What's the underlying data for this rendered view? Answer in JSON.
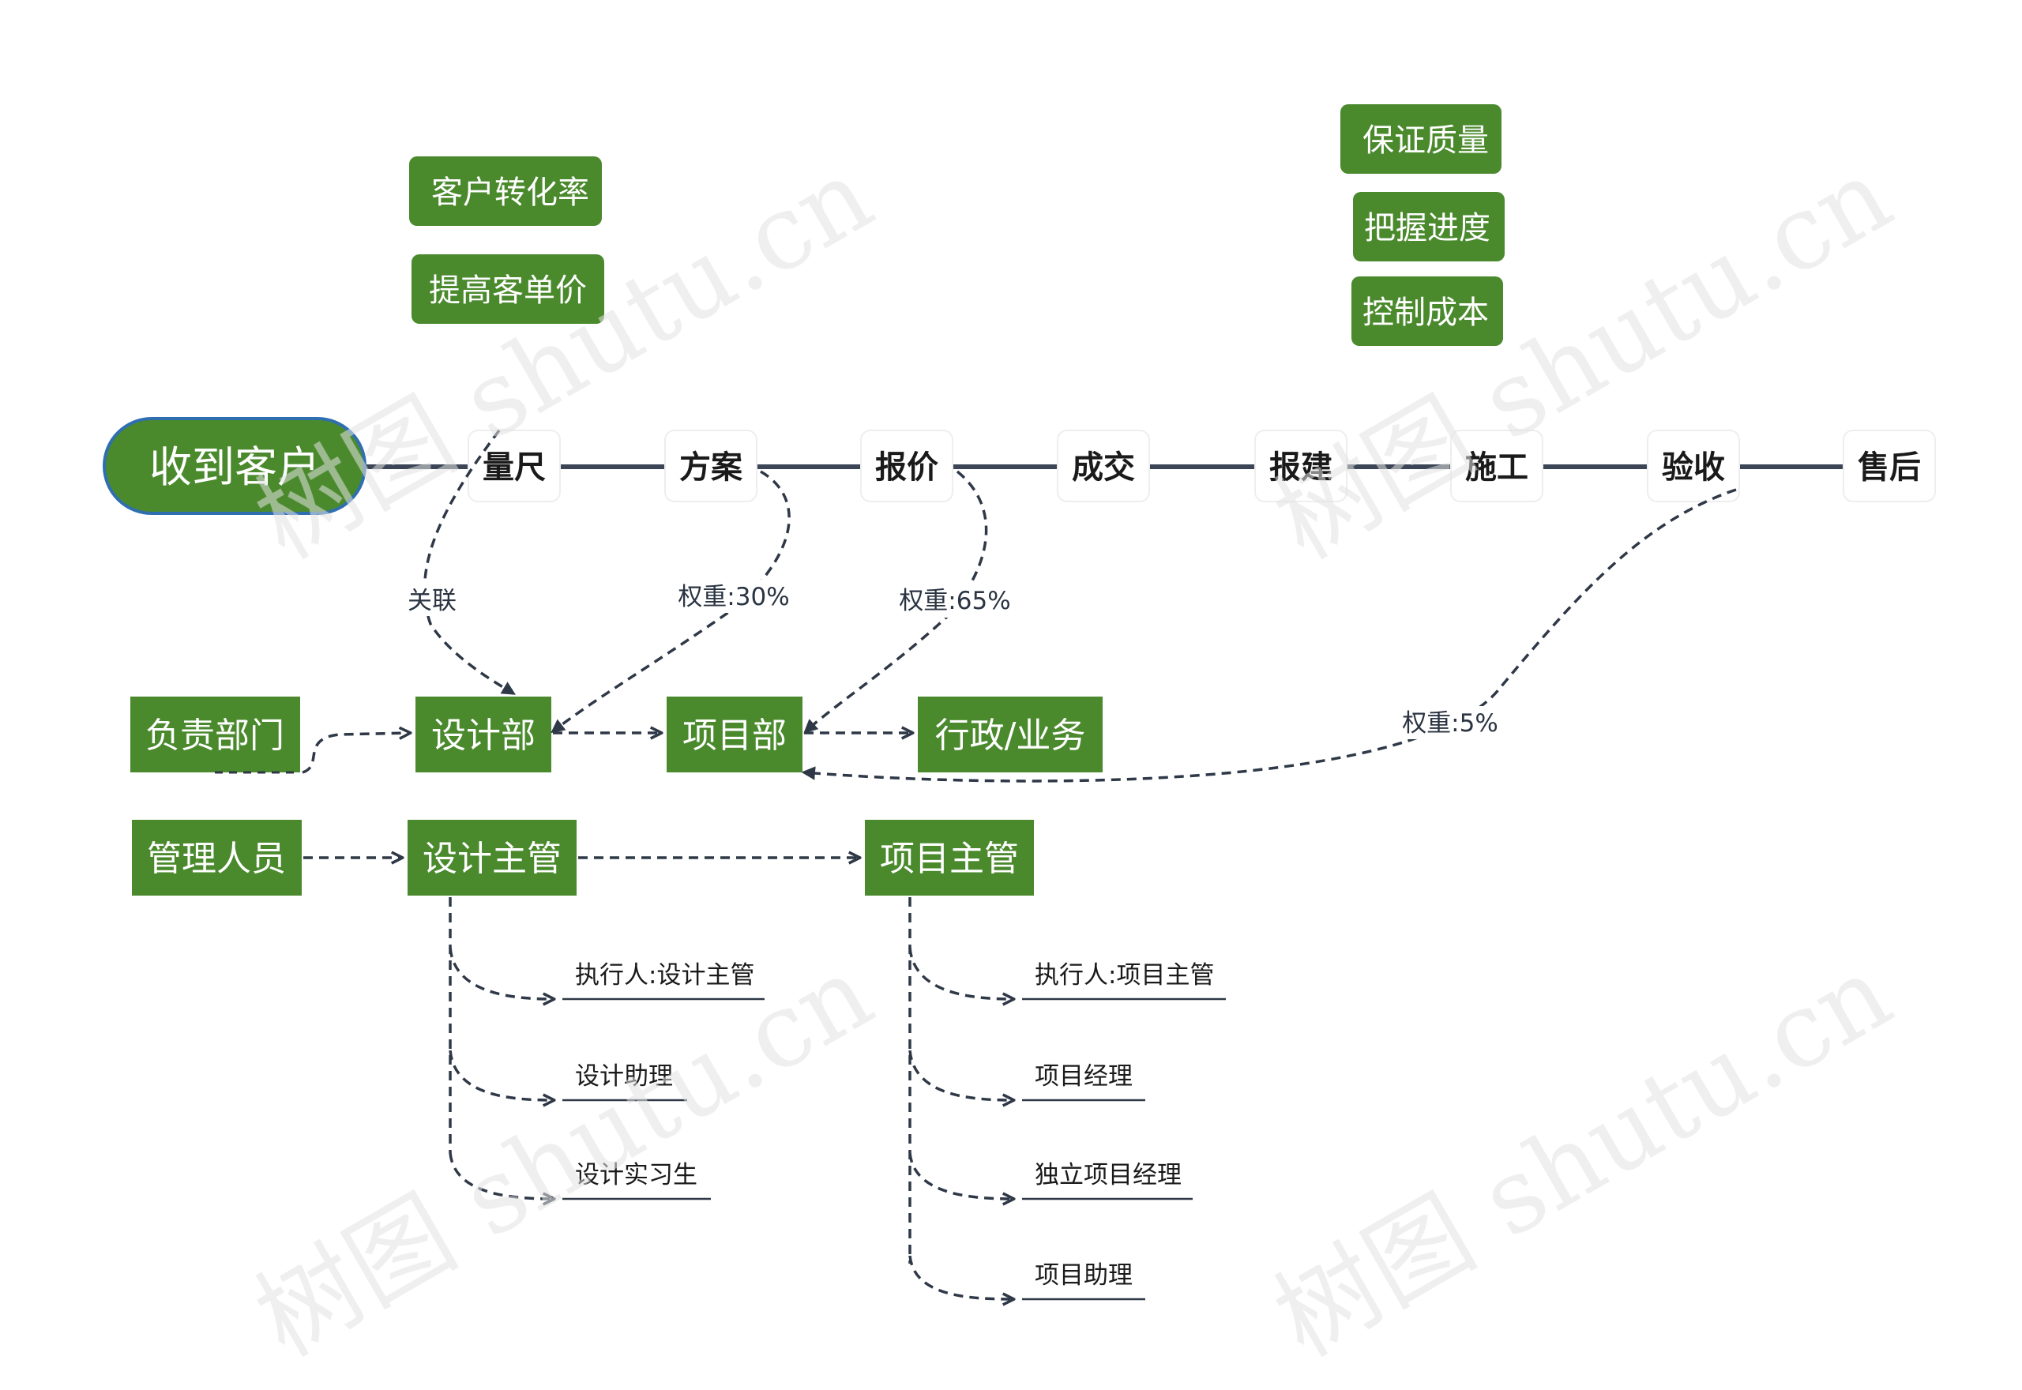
{
  "root": {
    "label": "收到客户"
  },
  "stages": [
    "量尺",
    "方案",
    "报价",
    "成交",
    "报建",
    "施工",
    "验收",
    "售后"
  ],
  "top_notes_left": [
    "客户转化率",
    "提高客单价"
  ],
  "top_notes_right": [
    "保证质量",
    "把握进度",
    "控制成本"
  ],
  "row_departments": {
    "header": "负责部门",
    "items": [
      "设计部",
      "项目部",
      "行政/业务"
    ]
  },
  "row_managers": {
    "header": "管理人员",
    "items": [
      "设计主管",
      "项目主管"
    ]
  },
  "link_labels": {
    "measure": "关联",
    "design": "权重:30%",
    "quote": "权重:65%",
    "acceptance": "权重:5%"
  },
  "design_staff": [
    "执行人:设计主管",
    "设计助理",
    "设计实习生"
  ],
  "project_staff": [
    "执行人:项目主管",
    "项目经理",
    "独立项目经理",
    "项目助理"
  ],
  "watermark": "树图 shutu.cn",
  "colors": {
    "green": "#4a8a2d",
    "root_border": "#2f6fb0",
    "line": "#3b4556",
    "stage_border": "#eeeeee"
  }
}
